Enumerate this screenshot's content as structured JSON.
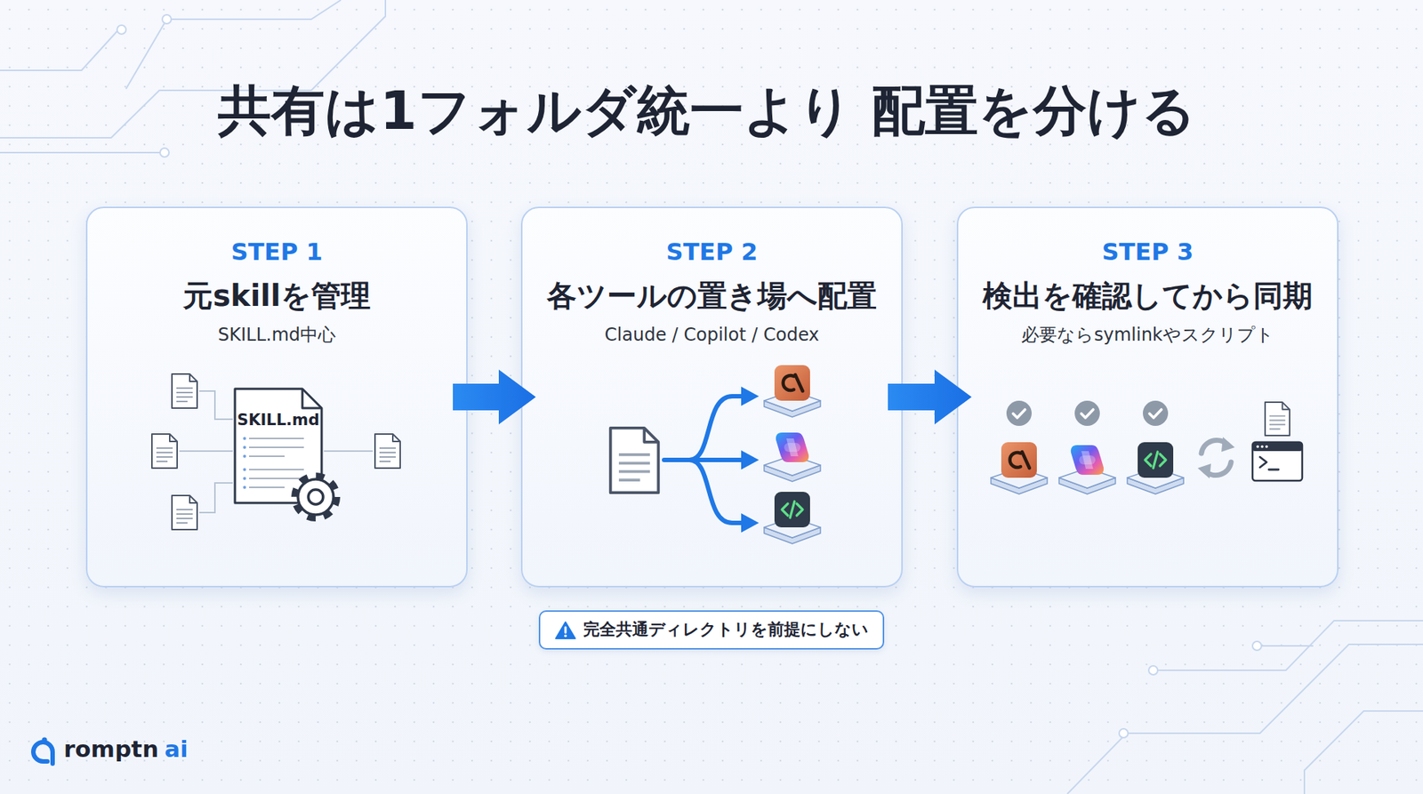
{
  "diagram": {
    "title": "共有は1フォルダ統一より 配置を分ける",
    "nodes": [
      {
        "text": [
          "STEP 1",
          "元skillを管理",
          "SKILL.md中心"
        ]
      },
      {
        "text": [
          "SKILL.md"
        ],
        "in": 0
      },
      {
        "text": [
          "STEP 2",
          "各ツールの置き場へ配置",
          "Claude / Copilot / Codex"
        ]
      },
      {
        "text": [
          "STEP 3",
          "検出を確認してから同期",
          "必要ならsymlinkやスクリプト"
        ]
      },
      {
        "text": [
          "完全共通ディレクトリを前提にしない"
        ]
      }
    ],
    "edges": [
      {
        "from": 0,
        "to": 2,
        "arrow": "to"
      },
      {
        "from": 2,
        "to": 3,
        "arrow": "to"
      }
    ],
    "labels": [
      "romptn",
      "ai"
    ]
  }
}
